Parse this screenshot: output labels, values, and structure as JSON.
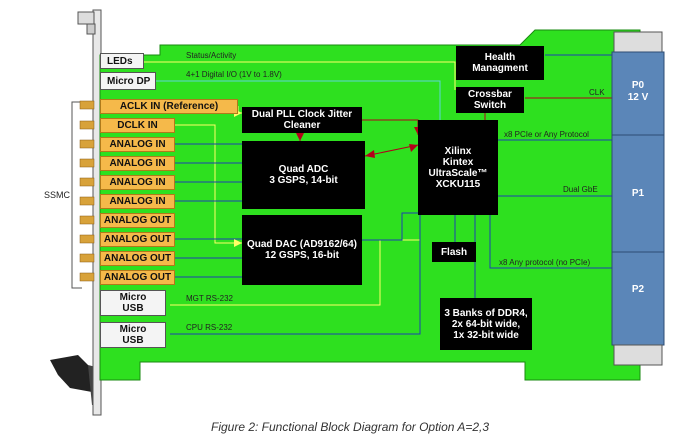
{
  "front_panel": {
    "leds": "LEDs",
    "micro_dp": "Micro DP",
    "aclk_in": "ACLK IN (Reference)",
    "dclk_in": "DCLK IN",
    "analog_in": [
      "ANALOG IN",
      "ANALOG IN",
      "ANALOG IN",
      "ANALOG IN"
    ],
    "analog_out": [
      "ANALOG OUT",
      "ANALOG OUT",
      "ANALOG OUT",
      "ANALOG OUT"
    ],
    "micro_usb_1": "Micro\nUSB",
    "micro_usb_2": "Micro\nUSB",
    "ssmc": "SSMC"
  },
  "blocks": {
    "health": "Health\nManagment",
    "crossbar": "Crossbar\nSwitch",
    "pll": "Dual PLL Clock Jitter\nCleaner",
    "adc": "Quad ADC\n3 GSPS, 14-bit",
    "dac": "Quad DAC (AD9162/64)\n12 GSPS, 16-bit",
    "fpga": "Xilinx\nKintex\nUltraScale™\nXCKU115",
    "flash": "Flash",
    "ddr4": "3 Banks of DDR4,\n2x 64-bit wide,\n1x 32-bit wide"
  },
  "signals": {
    "status": "Status/Activity",
    "digital_io": "4+1 Digital I/O (1V to 1.8V)",
    "clk": "CLK",
    "pcie": "x8 PCIe or Any Protocol",
    "gbe": "Dual GbE",
    "any_protocol": "x8 Any protocol (no PCIe)",
    "mgt_rs232": "MGT RS-232",
    "cpu_rs232": "CPU RS-232"
  },
  "connectors": {
    "p0": "P0\n12 V",
    "p1": "P1",
    "p2": "P2"
  },
  "caption": "Figure 2: Functional Block Diagram for Option A=2,3",
  "colors": {
    "board": "#2ee01f",
    "connector": "#5b86b8",
    "orange": "#f5b94a",
    "black": "#000000",
    "trace_red": "#b3001b",
    "trace_blue": "#1d3fb0",
    "trace_yellow": "#ffff66",
    "trace_cyan": "#5fd6d6"
  }
}
